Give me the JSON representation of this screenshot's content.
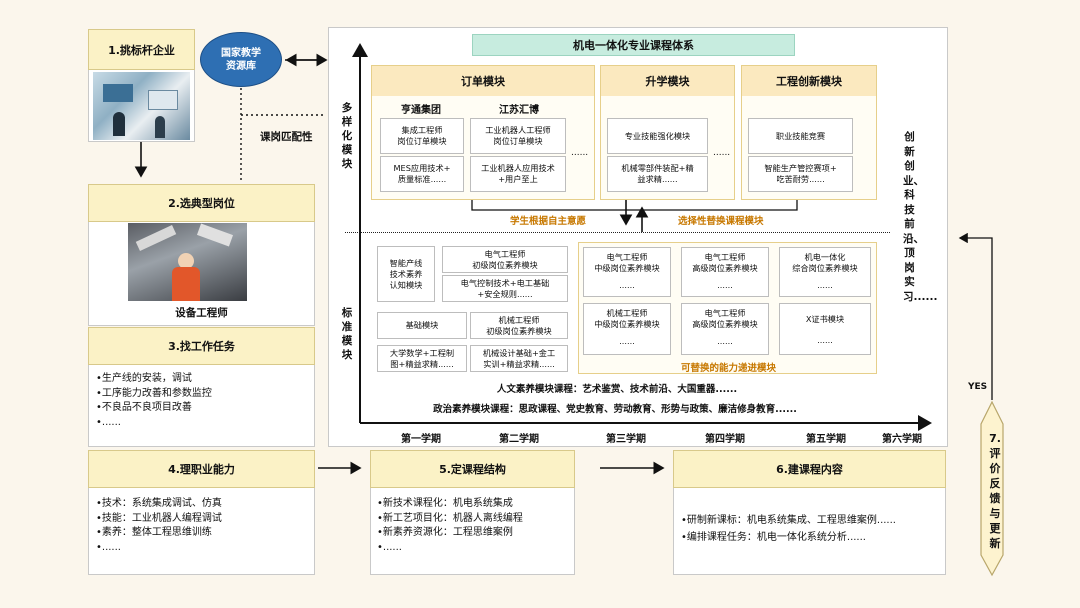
{
  "left": {
    "b1_title": "1.挑标杆企业",
    "b2_title": "2.选典型岗位",
    "b2_caption": "设备工程师",
    "b3_title": "3.找工作任务",
    "b3_items": [
      "•生产线的安装，调试",
      "•工序能力改善和参数监控",
      "•不良品不良项目改善",
      "•......"
    ],
    "b4_title": "4.理职业能力",
    "b4_items": [
      "•技术：系统集成调试、仿真",
      "•技能：工业机器人编程调试",
      "•素养：整体工程思维训练",
      "•......"
    ]
  },
  "resource": {
    "line1": "国家教学",
    "line2": "资源库",
    "match_label": "课岗匹配性"
  },
  "center": {
    "title": "机电一体化专业课程体系",
    "label_diverse": "多样化模块",
    "label_standard": "标准模块",
    "order": {
      "title": "订单模块",
      "company1": "亨通集团",
      "company2": "江苏汇博",
      "c1a": [
        "集成工程师",
        "岗位订单模块"
      ],
      "c1b": [
        "MES应用技术+",
        "质量标准......"
      ],
      "c2a": [
        "工业机器人工程师",
        "岗位订单模块"
      ],
      "c2b": [
        "工业机器人应用技术",
        "+用户至上"
      ],
      "dots": "......"
    },
    "upgrade": {
      "title": "升学模块",
      "ca": [
        "专业技能强化模块"
      ],
      "cb": [
        "机械零部件装配+精",
        "益求精......"
      ],
      "dots": "......"
    },
    "engineering": {
      "title": "工程创新模块",
      "ca": [
        "职业技能竞赛"
      ],
      "cb": [
        "智能生产管控赛项+",
        "吃苦耐劳......"
      ]
    },
    "student_choice": "学生根据自主意愿",
    "optional_replace": "选择性替换课程模块",
    "std": {
      "smart": [
        "智能产线",
        "技术素养",
        "认知模块"
      ],
      "elec_eng": [
        "电气工程师",
        "初级岗位素养模块"
      ],
      "elec_tech": [
        "电气控制技术+电工基础",
        "+安全规则......"
      ],
      "basic": [
        "基础模块"
      ],
      "mech_eng": [
        "机械工程师",
        "初级岗位素养模块"
      ],
      "math": [
        "大学数学+工程制",
        "图+精益求精......"
      ],
      "mech_design": [
        "机械设计基础+金工",
        "实训+精益求精......"
      ]
    },
    "adv": {
      "r1c1": [
        "电气工程师",
        "中级岗位素养模块"
      ],
      "r1c2": [
        "电气工程师",
        "高级岗位素养模块"
      ],
      "r1c3": [
        "机电一体化",
        "综合岗位素养模块"
      ],
      "r2c1": [
        "机械工程师",
        "中级岗位素养模块"
      ],
      "r2c2": [
        "电气工程师",
        "高级岗位素养模块"
      ],
      "r2c3": [
        "X证书模块"
      ],
      "dots": "......",
      "caption": "可替换的能力递进模块"
    },
    "humanities": "人文素养模块课程：艺术鉴赏、技术前沿、大国重器......",
    "politics": "政治素养模块课程：思政课程、党史教育、劳动教育、形势与政策、廉洁修身教育......",
    "semesters": [
      "第一学期",
      "第二学期",
      "第三学期",
      "第四学期",
      "第五学期",
      "第六学期"
    ],
    "right_vertical": "创新创业、科技前沿、顶岗实习......"
  },
  "bottom": {
    "b5_title": "5.定课程结构",
    "b5_items": [
      "•新技术课程化：机电系统集成",
      "•新工艺项目化：机器人离线编程",
      "•新素养资源化：工程思维案例",
      "•......"
    ],
    "b6_title": "6.建课程内容",
    "b6_items": [
      "•研制新课标：机电系统集成、工程思维案例......",
      "•编排课程任务：机电一体化系统分析......"
    ]
  },
  "feedback": {
    "yes": "YES",
    "label": "7.评价反馈与更新"
  }
}
